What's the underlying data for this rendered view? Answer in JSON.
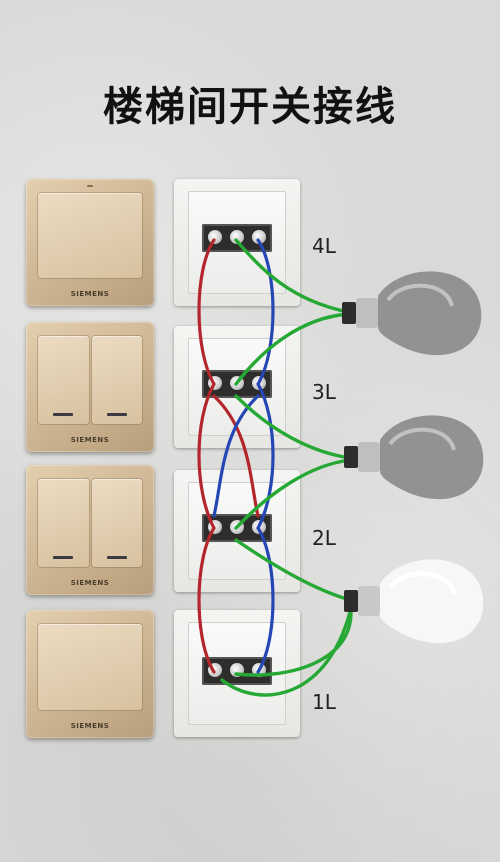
{
  "title": "楼梯间开关接线",
  "brand": "SIEMENS",
  "panels": [
    {
      "id": "panel-1",
      "type": "single",
      "brand": "SIEMENS"
    },
    {
      "id": "panel-2",
      "type": "double",
      "brand": "SIEMENS"
    },
    {
      "id": "panel-3",
      "type": "double",
      "brand": "SIEMENS"
    },
    {
      "id": "panel-4",
      "type": "single",
      "brand": "SIEMENS"
    }
  ],
  "switch_labels": [
    "4L",
    "3L",
    "2L",
    "1L"
  ],
  "bulbs": [
    {
      "id": "bulb-top",
      "state": "off"
    },
    {
      "id": "bulb-middle",
      "state": "off"
    },
    {
      "id": "bulb-bottom",
      "state": "on"
    }
  ],
  "wire_colors": {
    "red": "#b3262b",
    "blue": "#2547b5",
    "green": "#25a834"
  },
  "bulb_colors": {
    "off": "#8d8d8d",
    "on": "#f7f7f7"
  },
  "background_color": "#d9d9d7"
}
